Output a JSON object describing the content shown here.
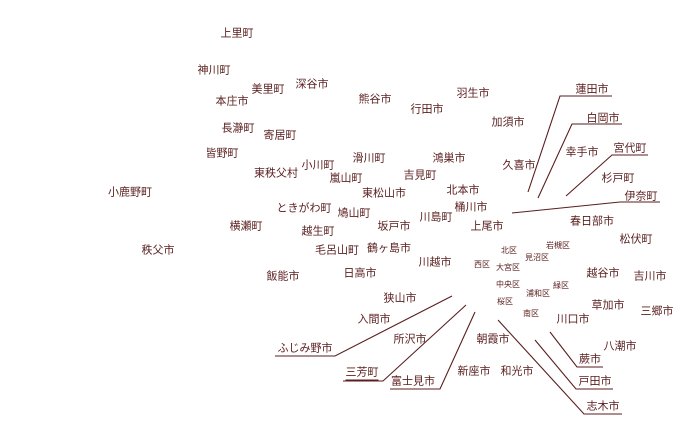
{
  "municipalities": [
    "上里町",
    "神川町",
    "美里町",
    "深谷市",
    "本庄市",
    "熊谷市",
    "羽生市",
    "行田市",
    "蓮田市",
    "長瀞町",
    "寄居町",
    "加須市",
    "白岡市",
    "皆野町",
    "小川町",
    "滑川町",
    "鴻巣市",
    "幸手市",
    "宮代町",
    "久喜市",
    "東秩父村",
    "嵐山町",
    "吉見町",
    "杉戸町",
    "小鹿野町",
    "東松山市",
    "北本市",
    "伊奈町",
    "ときがわ町",
    "鳩山町",
    "桶川市",
    "横瀬町",
    "越生町",
    "坂戸市",
    "川島町",
    "上尾市",
    "春日部市",
    "松伏町",
    "秩父市",
    "毛呂山町",
    "鶴ヶ島市",
    "北区",
    "岩槻区",
    "見沼区",
    "西区",
    "大宮区",
    "川越市",
    "日高市",
    "越谷市",
    "吉川市",
    "飯能市",
    "中央区",
    "緑区",
    "浦和区",
    "桜区",
    "狭山市",
    "草加市",
    "三郷市",
    "南区",
    "入間市",
    "川口市",
    "所沢市",
    "八潮市",
    "ふじみ野市",
    "朝霞市",
    "蕨市",
    "三芳町",
    "新座市",
    "和光市",
    "戸田市",
    "富士見市",
    "志木市"
  ]
}
